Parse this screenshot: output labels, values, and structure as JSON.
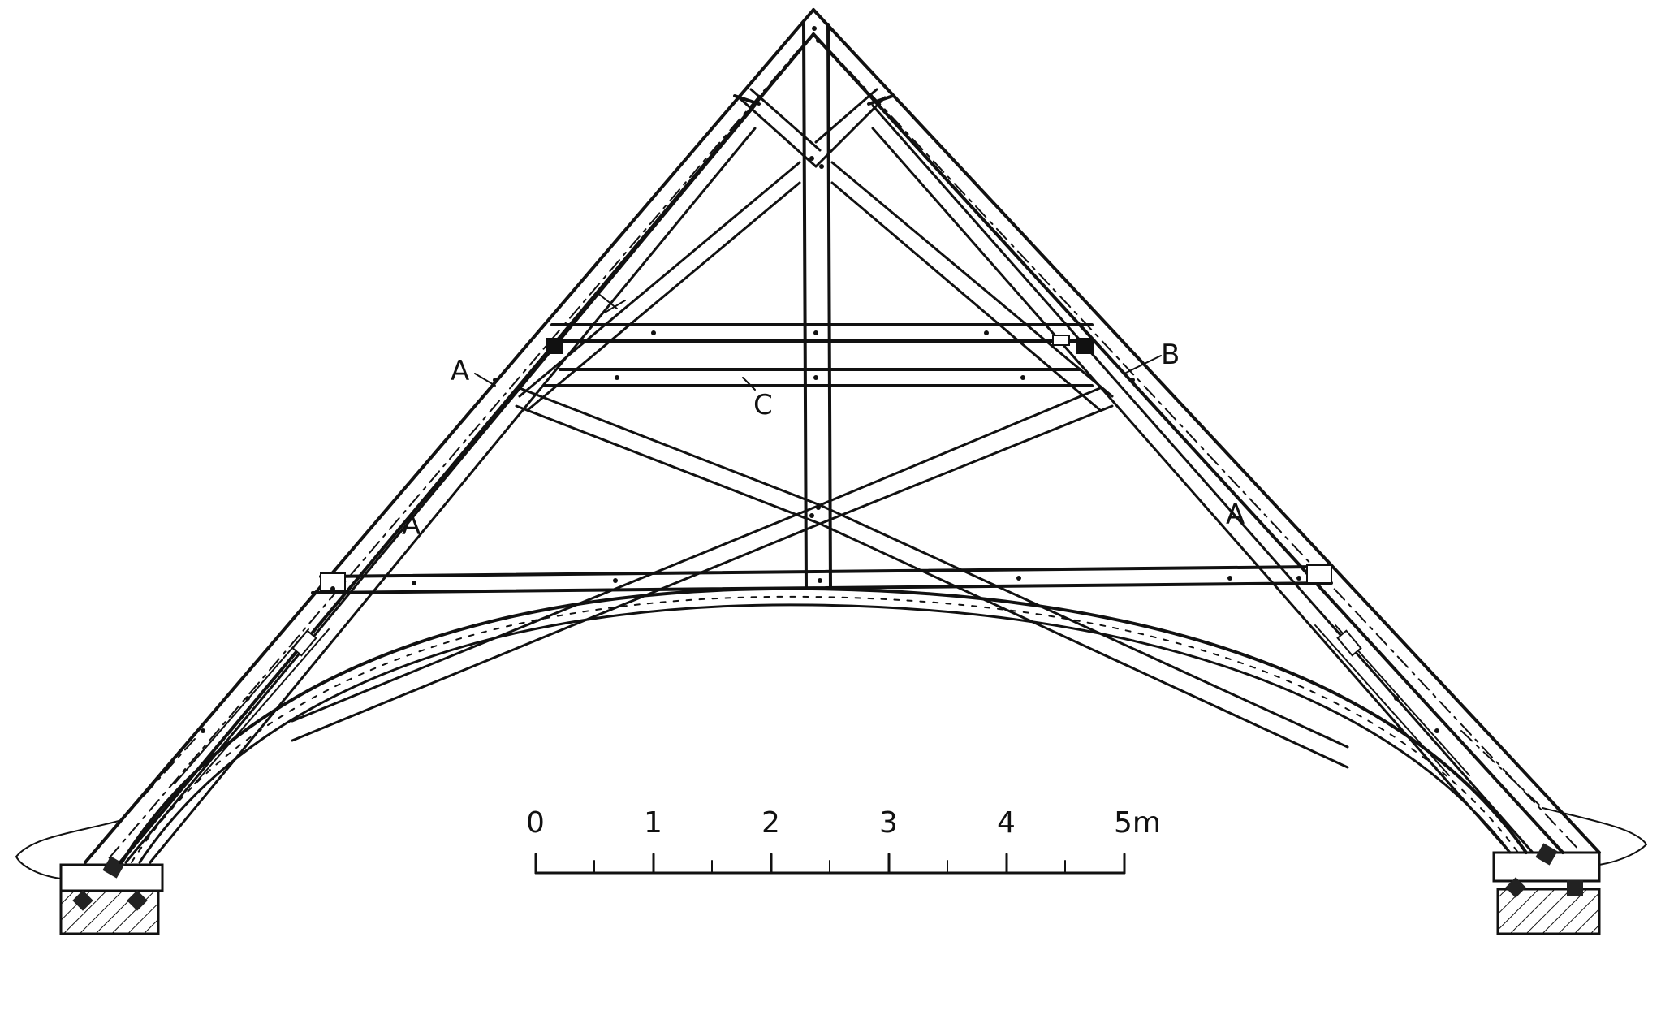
{
  "figure": {
    "labels": {
      "member_a_upper_left": "A",
      "member_a_left": "A",
      "member_a_right": "A",
      "member_b": "B",
      "member_c": "C"
    },
    "scale_bar": {
      "ticks": [
        "0",
        "1",
        "2",
        "3",
        "4",
        "5m"
      ]
    },
    "colors": {
      "ink": "#111111",
      "paper": "#ffffff"
    }
  }
}
